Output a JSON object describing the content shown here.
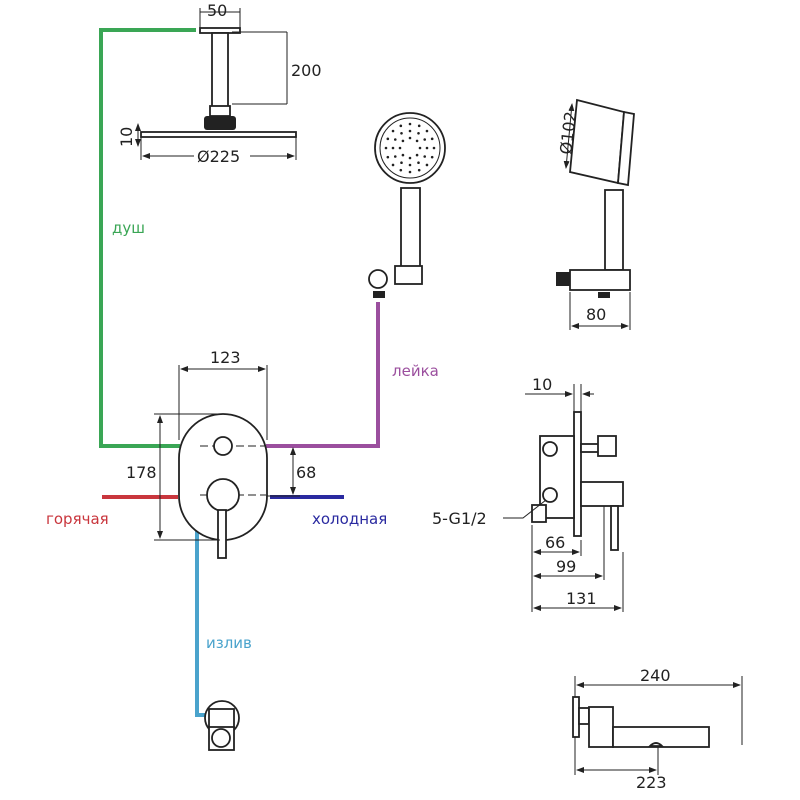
{
  "colors": {
    "shower": "#3aa655",
    "hand_shower": "#9b4f9e",
    "hot": "#c9363d",
    "cold": "#2a2aa0",
    "spout": "#4aa3cc",
    "line": "#222222"
  },
  "labels": {
    "shower": "душ",
    "hand_shower": "лейка",
    "hot": "горячая",
    "cold": "холодная",
    "spout": "излив"
  },
  "dimensions": {
    "overhead_arm_width": "50",
    "overhead_arm_length": "200",
    "overhead_head_thickness": "10",
    "overhead_head_diameter": "Ø225",
    "hand_shower_diameter": "Ø102",
    "holder_depth": "80",
    "plate_width": "123",
    "plate_height": "178",
    "outlet_spacing": "68",
    "plate_thickness": "10",
    "connection": "5-G1/2",
    "body_depth_1": "66",
    "body_depth_2": "99",
    "body_depth_total": "131",
    "spout_length": "240",
    "spout_reach": "223"
  }
}
